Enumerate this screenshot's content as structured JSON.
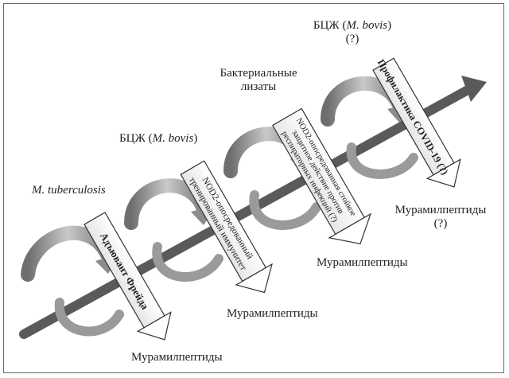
{
  "colors": {
    "frame": "#6a6a6a",
    "axis": "#5a5a5a",
    "spiral": "#8c8c8c",
    "spiral_light": "#e2e2e2",
    "text": "#222222"
  },
  "axis": {
    "direction_icon": "arrow-right-up-icon"
  },
  "stages": [
    {
      "source": {
        "italic": "M. tuberculosis"
      },
      "label": "Мурамилпептиды",
      "note": "",
      "band": [
        "Адъювант Фрейда"
      ]
    },
    {
      "source": {
        "prefix": "БЦЖ (",
        "italic": "M. bovis",
        "suffix": ")"
      },
      "label": "Мурамилпептиды",
      "note": "",
      "band": [
        "NOD2-опосредованный",
        "тренированный иммунитет"
      ]
    },
    {
      "source": {
        "line1": "Бактериальные",
        "line2": "лизаты"
      },
      "label": "Мурамилпептиды",
      "note": "",
      "band": [
        "NOD2-опосредованная стойкое",
        "защитное действие против",
        "респираторных инфекций (?)"
      ]
    },
    {
      "source": {
        "prefix": "БЦЖ (",
        "italic": "M. bovis",
        "suffix": ")",
        "note": "(?)"
      },
      "label": "Мурамилпептиды",
      "note": "(?)",
      "band": [
        "Профилактика COVID-19 (?)"
      ]
    }
  ]
}
